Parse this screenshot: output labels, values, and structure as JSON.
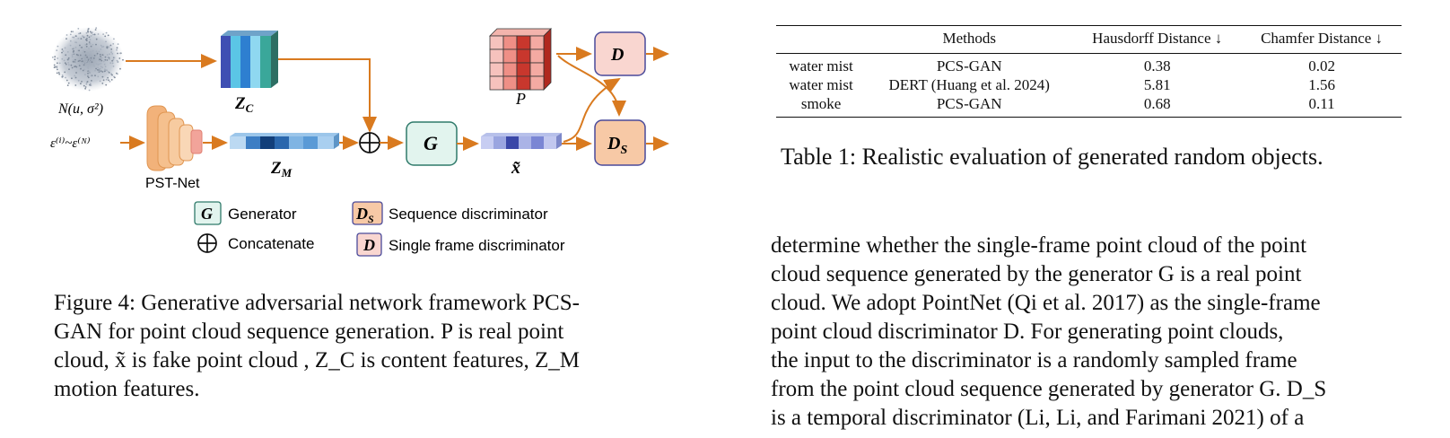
{
  "figure": {
    "noise_label": "N(u, σ²)",
    "noise_input_label": "ε⁽ⁱ⁾~ε⁽ᴺ⁾",
    "pstnet_label": "PST-Net",
    "zc_label": "Z",
    "zc_sub": "C",
    "zm_label": "Z",
    "zm_sub": "M",
    "p_label": "P",
    "x_label": "x̃",
    "g_block": "G",
    "d_block": "D",
    "ds_block": "D",
    "ds_sub": "S",
    "legend": {
      "generator_symbol": "G",
      "generator_label": "Generator",
      "concat_label": "Concatenate",
      "seq_symbol": "D",
      "seq_sub": "S",
      "seq_label": "Sequence discriminator",
      "single_symbol": "D",
      "single_label": "Single frame discriminator"
    },
    "colors": {
      "arrow": "#d97a1f",
      "generator_fill": "#e2f4ee",
      "seq_disc_fill": "#f7c9a6",
      "single_disc_fill": "#f9d6d0",
      "p_red": "#c8372d"
    }
  },
  "caption": {
    "line1": "Figure 4: Generative adversarial network framework PCS-",
    "line2": "GAN for point cloud sequence generation. P is real point",
    "line3": "cloud, x̃ is fake point cloud , Z_C is content features, Z_M",
    "line4": "motion features."
  },
  "table": {
    "headers": [
      "",
      "Methods",
      "Hausdorff Distance ↓",
      "Chamfer Distance ↓"
    ],
    "rows": [
      [
        "water mist",
        "PCS-GAN",
        "0.38",
        "0.02"
      ],
      [
        "water mist",
        "DERT (Huang et al. 2024)",
        "5.81",
        "1.56"
      ],
      [
        "smoke",
        "PCS-GAN",
        "0.68",
        "0.11"
      ]
    ],
    "caption": "Table 1: Realistic evaluation of generated random objects."
  },
  "body_text": [
    "determine whether the single-frame point cloud of the point",
    "cloud sequence generated by the generator G is a real point",
    "cloud. We adopt PointNet (Qi et al. 2017) as the single-frame",
    "point cloud discriminator D. For generating point clouds,",
    "the input to the discriminator is a randomly sampled frame",
    "from the point cloud sequence generated by generator G. D_S",
    "is a temporal discriminator (Li, Li, and Farimani 2021) of a"
  ]
}
